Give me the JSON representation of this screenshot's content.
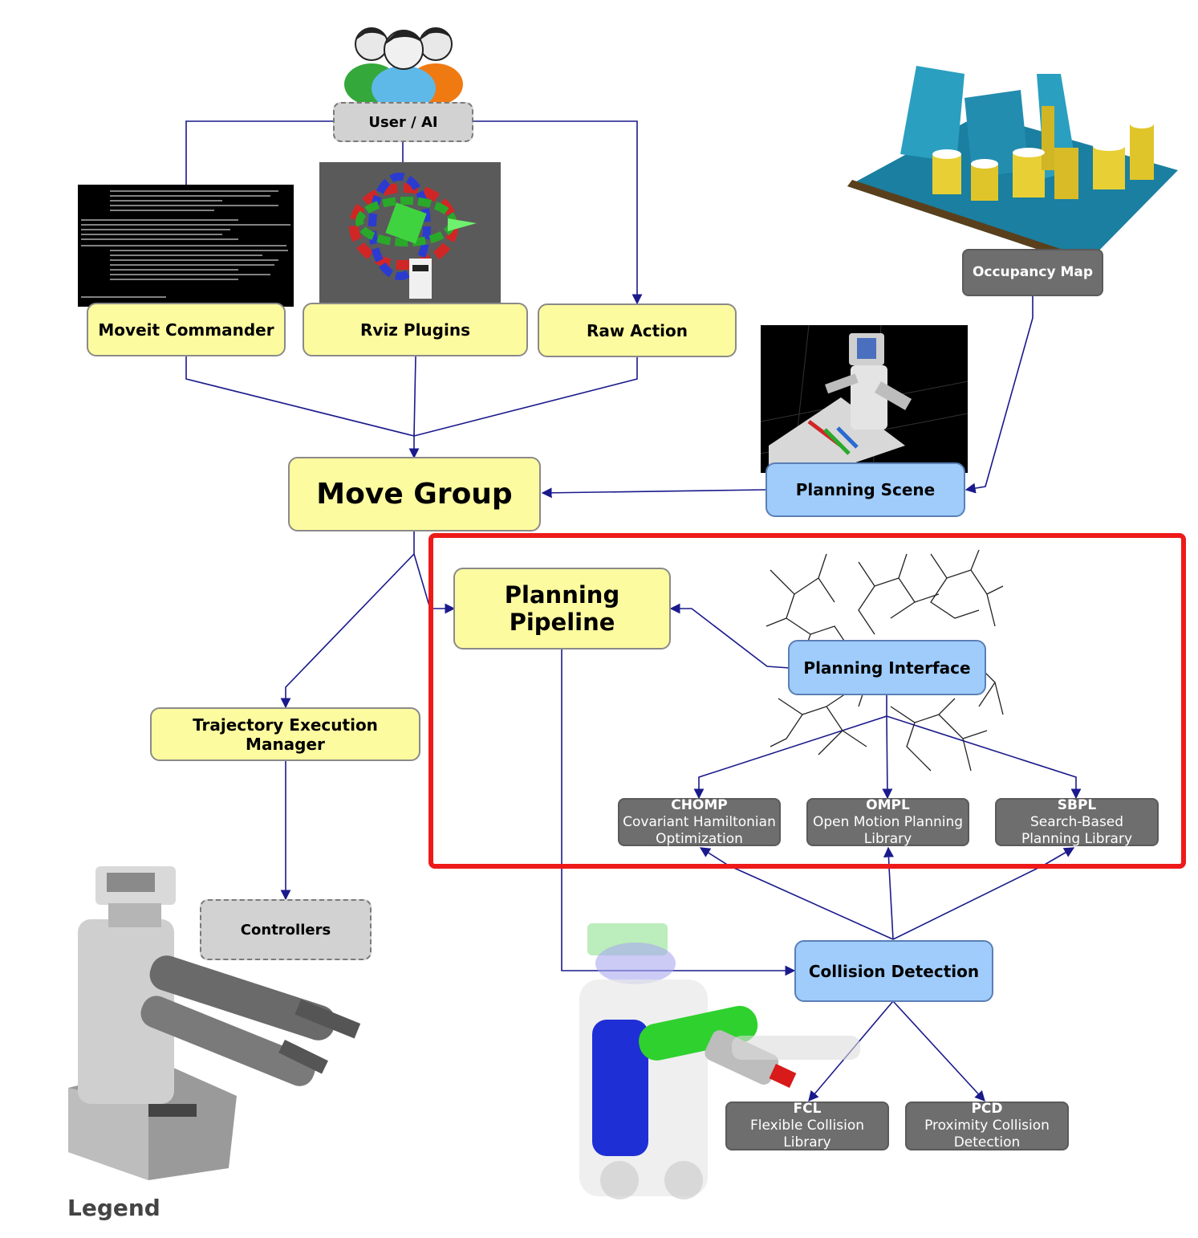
{
  "nodes": {
    "user_ai": "User / AI",
    "moveit_commander": "Moveit Commander",
    "rviz_plugins": "Rviz Plugins",
    "raw_action": "Raw Action",
    "occupancy_map": "Occupancy Map",
    "planning_scene": "Planning Scene",
    "move_group": "Move Group",
    "planning_pipeline": "Planning Pipeline",
    "planning_interface": "Planning Interface",
    "trajectory_execution_manager": "Trajectory Execution Manager",
    "controllers": "Controllers",
    "collision_detection": "Collision Detection",
    "chomp": {
      "title": "CHOMP",
      "line1": "Covariant Hamiltonian",
      "line2": "Optimization"
    },
    "ompl": {
      "title": "OMPL",
      "line1": "Open Motion Planning",
      "line2": "Library"
    },
    "sbpl": {
      "title": "SBPL",
      "line1": "Search-Based",
      "line2": "Planning Library"
    },
    "fcl": {
      "title": "FCL",
      "line1": "Flexible Collision",
      "line2": "Library"
    },
    "pcd": {
      "title": "PCD",
      "line1": "Proximity Collision",
      "line2": "Detection"
    }
  },
  "legend": "Legend",
  "colors": {
    "edge": "#1a1a8c",
    "yellow_node": "#fdfb9f",
    "blue_node": "#9fccfb",
    "gray_node": "#d2d2d2",
    "dark_node": "#6e6e6e",
    "highlight": "#ee1a1a"
  },
  "icons": [
    "users-icon",
    "terminal-screenshot",
    "rviz-marker-image",
    "octomap-image",
    "planning-scene-image",
    "rrt-tree-image",
    "pr2-robot-image",
    "collision-robot-image"
  ]
}
